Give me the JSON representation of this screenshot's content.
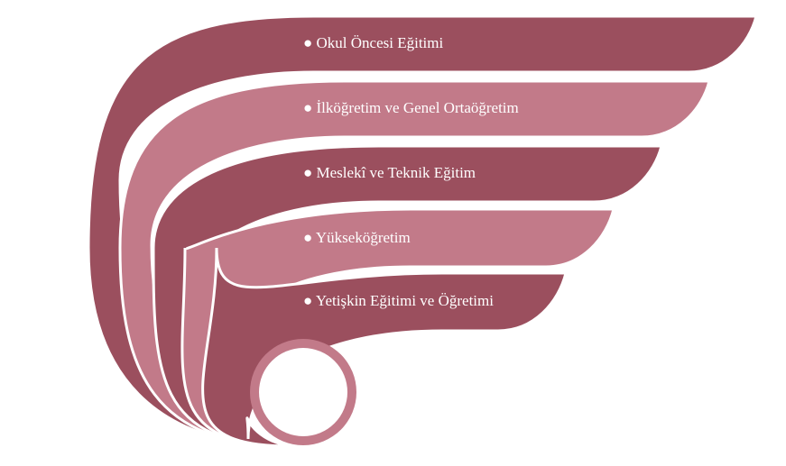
{
  "diagram": {
    "bands": [
      {
        "label": "● Okul Öncesi Eğitimi",
        "color": "#9b4f5e"
      },
      {
        "label": "● İlköğretim ve Genel Ortaöğretim",
        "color": "#c27a89"
      },
      {
        "label": "● Meslekî ve Teknik Eğitim",
        "color": "#9b4f5e"
      },
      {
        "label": "● Yükseköğretim",
        "color": "#c27a89"
      },
      {
        "label": "● Yetişkin Eğitimi ve Öğretimi",
        "color": "#9b4f5e"
      }
    ],
    "ring_color": "#c27a89"
  }
}
